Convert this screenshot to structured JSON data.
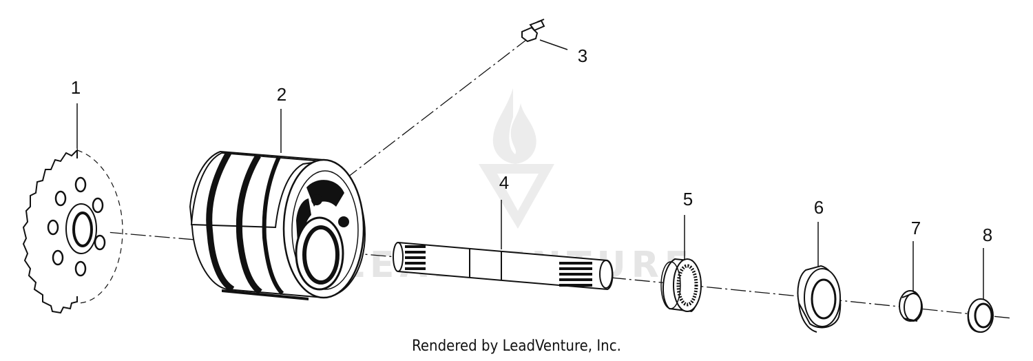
{
  "callouts": [
    "1",
    "2",
    "3",
    "4",
    "5",
    "6",
    "7",
    "8"
  ],
  "watermark": {
    "brand_text": "LEADVENTURE"
  },
  "footer": {
    "rendered_by": "Rendered by LeadVenture, Inc."
  }
}
